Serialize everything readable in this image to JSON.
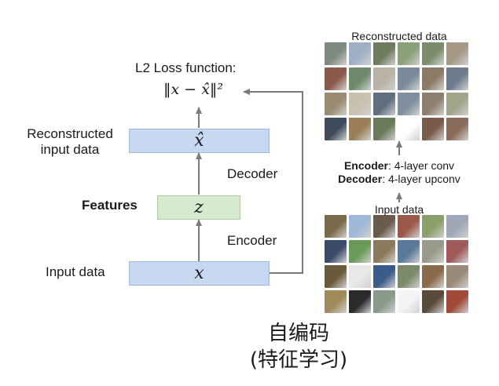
{
  "diagram": {
    "loss_title": "L2 Loss function:",
    "loss_formula": "‖x − x̂‖²",
    "reconstructed_label_line1": "Reconstructed",
    "reconstructed_label_line2": "input data",
    "features_label": "Features",
    "input_label": "Input data",
    "decoder_label": "Decoder",
    "encoder_label": "Encoder",
    "box_top_symbol": "x̂",
    "box_mid_symbol": "z",
    "box_bottom_symbol": "x"
  },
  "right_panel": {
    "reconstructed_title": "Reconstructed data",
    "encoder_key": "Encoder",
    "encoder_desc": ": 4-layer conv",
    "decoder_key": "Decoder",
    "decoder_desc": ": 4-layer upconv",
    "input_title": "Input data"
  },
  "caption": {
    "line1": "自编码",
    "line2": "(特征学习)"
  },
  "colors": {
    "box_blue": "#c7d8f1",
    "box_green": "#d6ead0",
    "arrow": "#7a7a7a"
  },
  "image_tiles": {
    "reconstructed": [
      "#7c8a7f",
      "#9fb0c6",
      "#6f7c5e",
      "#8aa07a",
      "#7a8c6a",
      "#a69a86",
      "#8a5a4a",
      "#6f8a6a",
      "#b8b3a6",
      "#7a8a9a",
      "#8b7b66",
      "#6e7c8c",
      "#9a8a72",
      "#c9c1b0",
      "#5f6f7f",
      "#7f8f9f",
      "#8f7f6f",
      "#a0a58a",
      "#3f4a5a",
      "#9a7f5a",
      "#6a7a5a",
      "#ffffff",
      "#7a5a4a",
      "#8a6a5a"
    ],
    "input": [
      "#7a6a4a",
      "#9fb8d8",
      "#6a5a4a",
      "#9a5a4a",
      "#8a9f6a",
      "#a0a8b8",
      "#3a4a6a",
      "#6a9a5a",
      "#8a7a5a",
      "#5a7a9a",
      "#9a9a8a",
      "#a05a5a",
      "#6a5a3a",
      "#e8e8e8",
      "#3a5a8a",
      "#7a8a6a",
      "#8a6a4a",
      "#9a8a7a",
      "#a08a5a",
      "#2a2a2a",
      "#8a9a8a",
      "#f4f4f4",
      "#5a4a3a",
      "#a04a3a"
    ]
  }
}
